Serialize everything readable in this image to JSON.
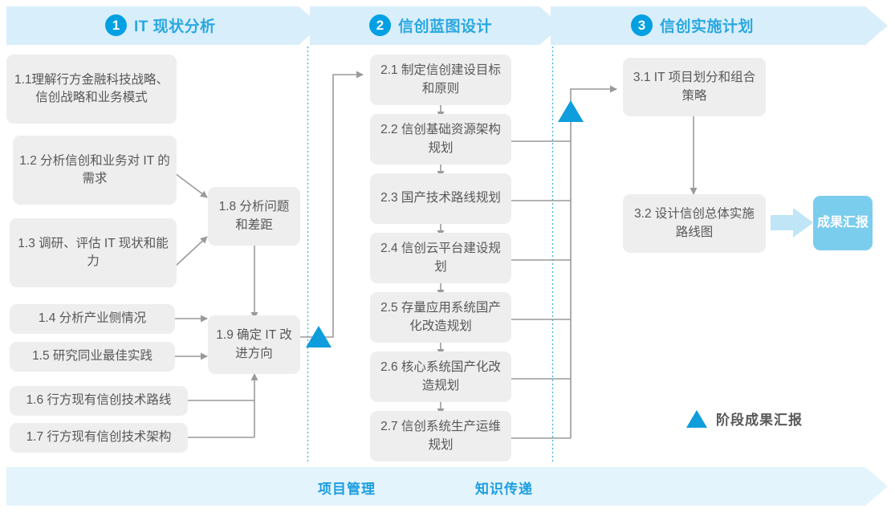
{
  "phases": [
    {
      "num": "1",
      "title": "IT 现状分析"
    },
    {
      "num": "2",
      "title": "信创蓝图设计"
    },
    {
      "num": "3",
      "title": "信创实施计划"
    }
  ],
  "boxes": {
    "b11": "1.1理解行方金融科技战略、信创战略和业务模式",
    "b12": "1.2 分析信创和业务对 IT 的需求",
    "b13": "1.3 调研、评估 IT 现状和能力",
    "b14": "1.4 分析产业侧情况",
    "b15": "1.5 研究同业最佳实践",
    "b16": "1.6 行方现有信创技术路线",
    "b17": "1.7 行方现有信创技术架构",
    "b18": "1.8 分析问题和差距",
    "b19": "1.9 确定 IT 改进方向",
    "b21": "2.1 制定信创建设目标和原则",
    "b22": "2.2 信创基础资源架构规划",
    "b23": "2.3 国产技术路线规划",
    "b24": "2.4 信创云平台建设规划",
    "b25": "2.5 存量应用系统国产化改造规划",
    "b26": "2.6 核心系统国产化改造规划",
    "b27": "2.7 信创系统生产运维规划",
    "b31": "3.1 IT 项目划分和组合策略",
    "b32": "3.2 设计信创总体实施路线图"
  },
  "result_badge": "成果汇报",
  "legend": {
    "label": "阶段成果汇报"
  },
  "bottom_banner": {
    "label_left": "项目管理",
    "label_right": "知识传递"
  },
  "colors": {
    "accent_blue": "#00a0e2",
    "header_band": "#d9eefb",
    "bottom_band": "#e4f4fc",
    "box_grey": "#eeeeee",
    "text_grey": "#595757",
    "badge_blue": "#7bcdee",
    "connector_grey": "#9a9a9a",
    "divider_dot": "#45b5e6"
  }
}
